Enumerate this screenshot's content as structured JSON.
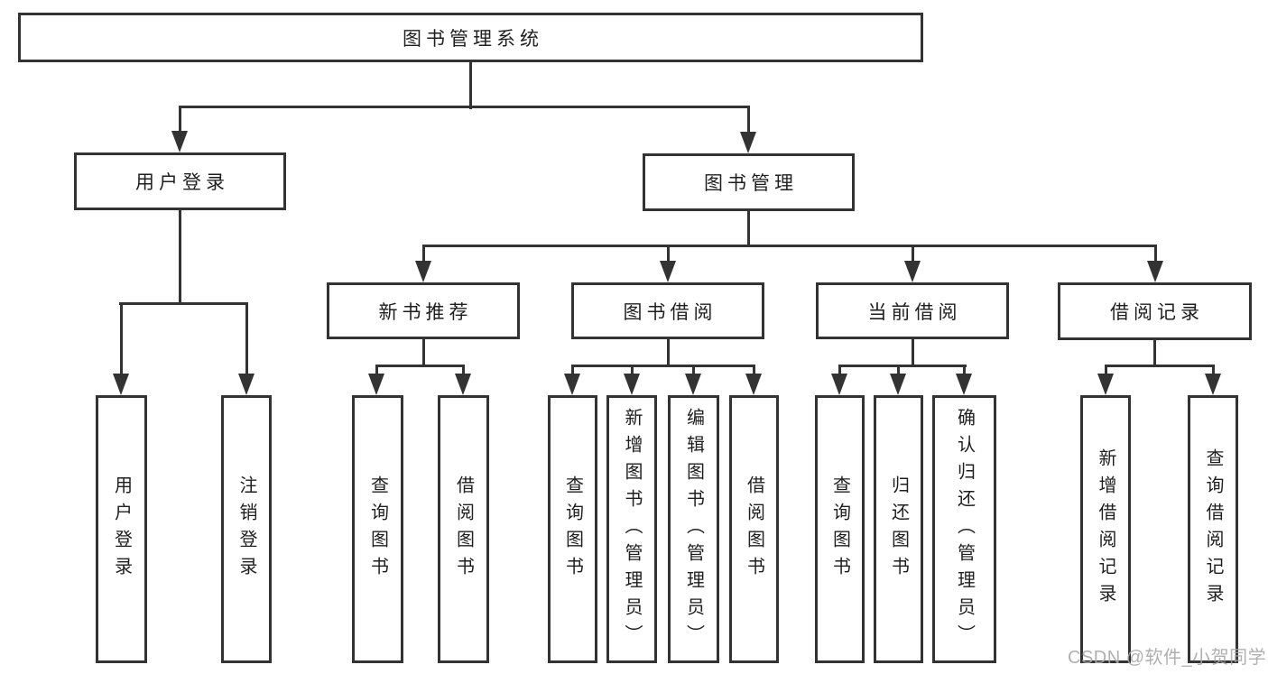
{
  "colors": {
    "line": "#333333",
    "text": "#1f1f1f",
    "background": "#ffffff",
    "watermark": "#a8a8a8"
  },
  "watermark": {
    "text": "CSDN @软件_小贺同学"
  },
  "tree": {
    "root": {
      "label": "图书管理系统",
      "children": [
        {
          "label": "用户登录",
          "children": [
            {
              "label": "用户登录"
            },
            {
              "label": "注销登录"
            }
          ]
        },
        {
          "label": "图书管理",
          "children": [
            {
              "label": "新书推荐",
              "children": [
                {
                  "label": "查询图书"
                },
                {
                  "label": "借阅图书"
                }
              ]
            },
            {
              "label": "图书借阅",
              "children": [
                {
                  "label": "查询图书"
                },
                {
                  "label": "新增图书（管理员）"
                },
                {
                  "label": "编辑图书（管理员）"
                },
                {
                  "label": "借阅图书"
                }
              ]
            },
            {
              "label": "当前借阅",
              "children": [
                {
                  "label": "查询图书"
                },
                {
                  "label": "归还图书"
                },
                {
                  "label": "确认归还（管理员）"
                }
              ]
            },
            {
              "label": "借阅记录",
              "children": [
                {
                  "label": "新增借阅记录"
                },
                {
                  "label": "查询借阅记录"
                }
              ]
            }
          ]
        }
      ]
    }
  }
}
